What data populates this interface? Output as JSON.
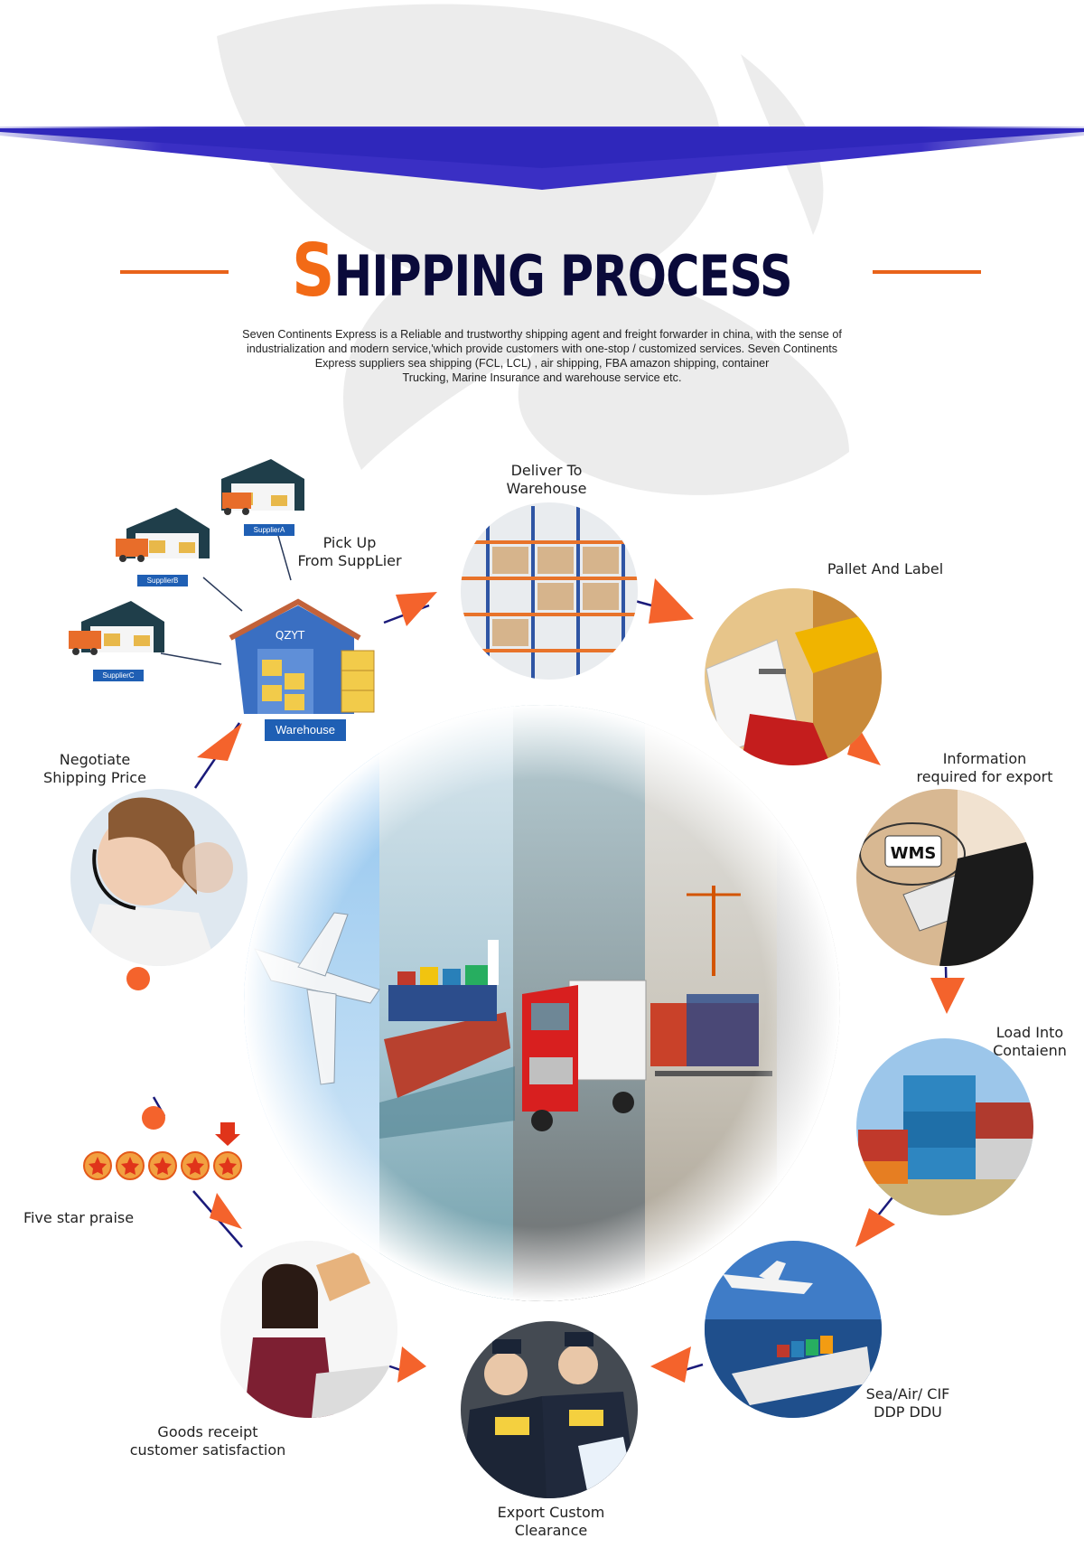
{
  "page": {
    "title_first_letter": "S",
    "title_rest": "HIPPING PROCESS",
    "intro_lines": [
      "Seven Continents Express is a Reliable and trustworthy shipping agent and freight forwarder in china, with the sense of",
      "industrialization and modern service,'which provide customers with one-stop / customized services. Seven Continents",
      "Express suppliers sea shipping (FCL, LCL) , air shipping, FBA amazon shipping, container",
      "Trucking, Marine Insurance and warehouse service etc."
    ]
  },
  "colors": {
    "banner_blue": "#3a2fc4",
    "accent_orange": "#f26a16",
    "arrow_orange": "#f4632c",
    "title_navy": "#0a0a3a",
    "tag_blue": "#1f5fb4"
  },
  "suppliers": {
    "supplier_a": "SupplierA",
    "supplier_b": "SupplierB",
    "supplier_c": "SupplierC",
    "warehouse_sign": "QZYT",
    "warehouse_tag": "Warehouse"
  },
  "steps": {
    "pick_up": [
      "Pick Up",
      "From SuppLier"
    ],
    "deliver": [
      "Deliver To",
      "Warehouse"
    ],
    "pallet": [
      "Pallet And Label"
    ],
    "info": [
      "Information",
      "required for export"
    ],
    "load": [
      "Load Into",
      "Contaienn"
    ],
    "sea_air": [
      "Sea/Air/ CIF",
      "DDP DDU"
    ],
    "export": [
      "Export Custom",
      "Clearance"
    ],
    "goods": [
      "Goods receipt",
      "customer satisfaction"
    ],
    "five_star": [
      "Five star praise"
    ],
    "negotiate": [
      "Negotiate",
      "Shipping Price"
    ]
  },
  "icons": {
    "wms_label": "WMS",
    "stars_count": 5
  }
}
